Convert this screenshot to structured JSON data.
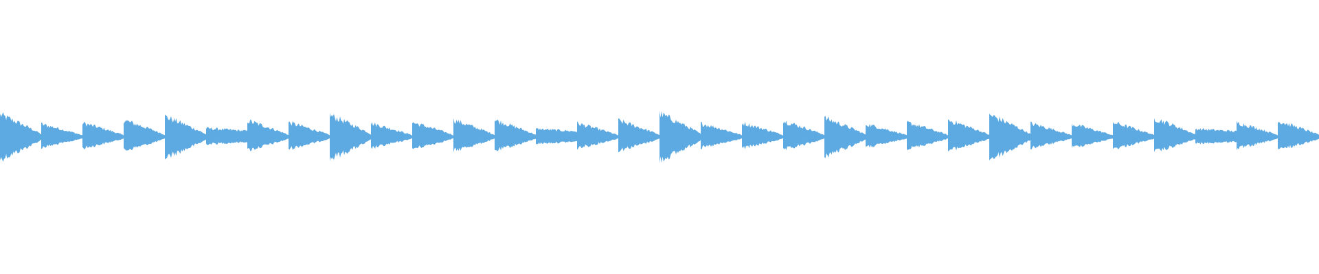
{
  "waveform": {
    "color": "#5DA9E1",
    "background": "#FFFFFF",
    "onsets": [
      {
        "peak": 1.0,
        "wide": true
      },
      {
        "peak": 0.55,
        "wide": false
      },
      {
        "peak": 0.6,
        "wide": false
      },
      {
        "peak": 0.72,
        "wide": false
      },
      {
        "peak": 0.92,
        "wide": true
      },
      {
        "peak": 0.45,
        "wide": false,
        "flat": true
      },
      {
        "peak": 0.7,
        "wide": false
      },
      {
        "peak": 0.62,
        "wide": false
      },
      {
        "peak": 0.98,
        "wide": true
      },
      {
        "peak": 0.58,
        "wide": false
      },
      {
        "peak": 0.62,
        "wide": false
      },
      {
        "peak": 0.72,
        "wide": false
      },
      {
        "peak": 0.72,
        "wide": false
      },
      {
        "peak": 0.42,
        "wide": false,
        "flat": true
      },
      {
        "peak": 0.58,
        "wide": false
      },
      {
        "peak": 0.7,
        "wide": false
      },
      {
        "peak": 1.05,
        "wide": true
      },
      {
        "peak": 0.58,
        "wide": false
      },
      {
        "peak": 0.6,
        "wide": false
      },
      {
        "peak": 0.68,
        "wide": false
      },
      {
        "peak": 0.85,
        "wide": true
      },
      {
        "peak": 0.55,
        "wide": false
      },
      {
        "peak": 0.62,
        "wide": false
      },
      {
        "peak": 0.72,
        "wide": false
      },
      {
        "peak": 1.0,
        "wide": true
      },
      {
        "peak": 0.58,
        "wide": false
      },
      {
        "peak": 0.55,
        "wide": false
      },
      {
        "peak": 0.62,
        "wide": false
      },
      {
        "peak": 0.8,
        "wide": false
      },
      {
        "peak": 0.42,
        "wide": false,
        "flat": true
      },
      {
        "peak": 0.62,
        "wide": false
      },
      {
        "peak": 0.68,
        "wide": false
      }
    ]
  }
}
